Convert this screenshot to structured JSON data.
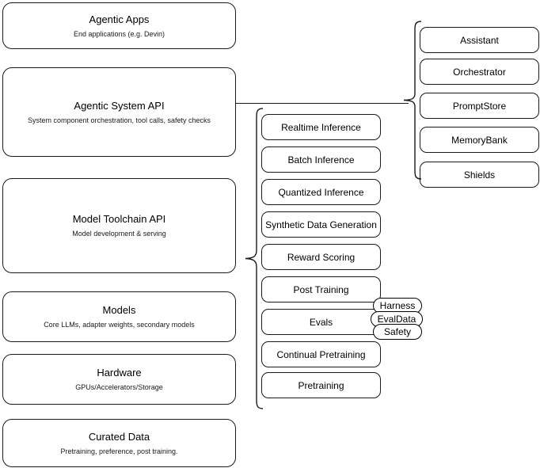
{
  "diagram": {
    "title": "AI stack layered architecture diagram",
    "stroke_color": "#1a1a1a",
    "background": "#ffffff",
    "layers": [
      {
        "name": "agentic-apps",
        "title": "Agentic Apps",
        "subtitle": "End applications (e.g. Devin)"
      },
      {
        "name": "agentic-system-api",
        "title": "Agentic System API",
        "subtitle": "System component orchestration, tool calls, safety checks"
      },
      {
        "name": "model-toolchain-api",
        "title": "Model Toolchain API",
        "subtitle": "Model development & serving"
      },
      {
        "name": "models",
        "title": "Models",
        "subtitle": "Core LLMs, adapter weights, secondary models"
      },
      {
        "name": "hardware",
        "title": "Hardware",
        "subtitle": "GPUs/Accelerators/Storage"
      },
      {
        "name": "curated-data",
        "title": "Curated Data",
        "subtitle": "Pretraining, preference, post training."
      }
    ],
    "agentic_components": [
      {
        "name": "assistant",
        "label": "Assistant"
      },
      {
        "name": "orchestrator",
        "label": "Orchestrator"
      },
      {
        "name": "promptstore",
        "label": "PromptStore"
      },
      {
        "name": "memorybank",
        "label": "MemoryBank"
      },
      {
        "name": "shields",
        "label": "Shields"
      }
    ],
    "toolchain_components": [
      {
        "name": "realtime-inference",
        "label": "Realtime Inference"
      },
      {
        "name": "batch-inference",
        "label": "Batch Inference"
      },
      {
        "name": "quantized-inference",
        "label": "Quantized Inference"
      },
      {
        "name": "synthetic-data-generation",
        "label": "Synthetic Data Generation"
      },
      {
        "name": "reward-scoring",
        "label": "Reward Scoring"
      },
      {
        "name": "post-training",
        "label": "Post Training"
      },
      {
        "name": "evals",
        "label": "Evals"
      },
      {
        "name": "continual-pretraining",
        "label": "Continual Pretraining"
      },
      {
        "name": "pretraining",
        "label": "Pretraining"
      }
    ],
    "eval_badges": [
      {
        "name": "harness",
        "label": "Harness"
      },
      {
        "name": "evaldata",
        "label": "EvalData"
      },
      {
        "name": "safety",
        "label": "Safety"
      }
    ]
  }
}
